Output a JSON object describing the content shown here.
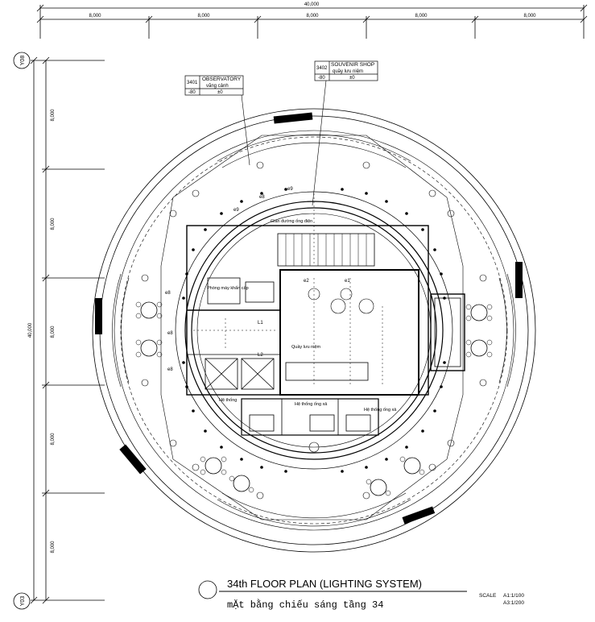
{
  "dimensions": {
    "overall_top": "40,000",
    "top_spans": [
      "8,000",
      "8,000",
      "8,000",
      "8,000",
      "8,000"
    ],
    "overall_left": "40,000",
    "left_spans": [
      "8,000",
      "8,000",
      "8,000",
      "8,000",
      "8,000"
    ]
  },
  "grid": {
    "top_bubble": "Y08",
    "bottom_bubble": "Y03"
  },
  "tags": {
    "observatory": {
      "code": "3401",
      "name_en": "OBSERVATORY",
      "name_vi": "vãng cảnh",
      "level_left": "-80",
      "level_right": "±0"
    },
    "souvenir": {
      "code": "3402",
      "name_en": "SOUVENIR SHOP",
      "name_vi": "quầy lưu niệm",
      "level_left": "-80",
      "level_right": "±0"
    }
  },
  "rooms": {
    "electrical_shaft": "Gian đường ống điện",
    "pump_room": "Phòng máy khẩn cấp",
    "souvenir_counter": "Quầy lưu niệm",
    "mech_left": "Hệ thống",
    "mech_center": "Hệ thống ống xả",
    "mech_right": "Hệ thống ống xả"
  },
  "fixture_labels": {
    "e1": "e1",
    "e2": "e2",
    "e8": "e8",
    "e9": "e9",
    "l1": "L1",
    "l2": "L2"
  },
  "title": {
    "main": "34th FLOOR PLAN (LIGHTING SYSTEM)",
    "sub": "mẶt bằng chiếu sáng tầng 34"
  },
  "scale": {
    "label": "SCALE",
    "a1": "A1:1/100",
    "a3": "A3:1/200"
  }
}
